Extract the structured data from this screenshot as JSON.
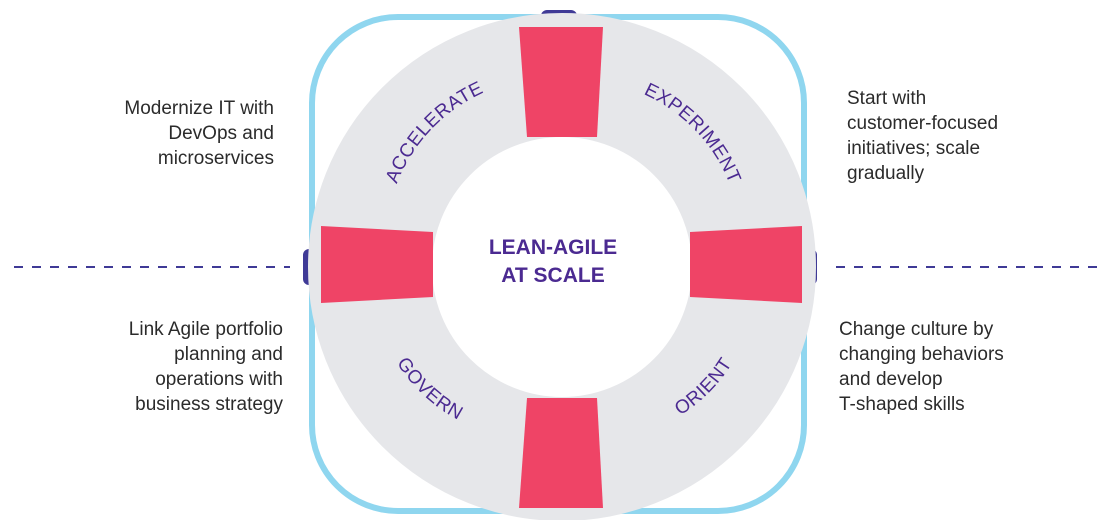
{
  "colors": {
    "frame": "#8fd6ef",
    "ring": "#e6e7ea",
    "band": "#ef4466",
    "tab": "#3f3a96",
    "text_purple": "#4b2a91",
    "dash": "#3f3a96"
  },
  "center": {
    "line1": "LEAN-AGILE",
    "line2": "AT SCALE"
  },
  "sectors": {
    "top_left": "ACCELERATE",
    "top_right": "EXPERIMENT",
    "bottom_left": "GOVERN",
    "bottom_right": "ORIENT"
  },
  "notes": {
    "top_left": [
      "Modernize IT with",
      "DevOps and",
      "microservices"
    ],
    "top_right": [
      "Start with",
      "customer-focused",
      "initiatives; scale",
      "gradually"
    ],
    "bottom_left": [
      "Link Agile portfolio",
      "planning and",
      "operations with",
      "business strategy"
    ],
    "bottom_right": [
      "Change culture by",
      "changing behaviors",
      "and develop",
      "T-shaped skills"
    ]
  }
}
